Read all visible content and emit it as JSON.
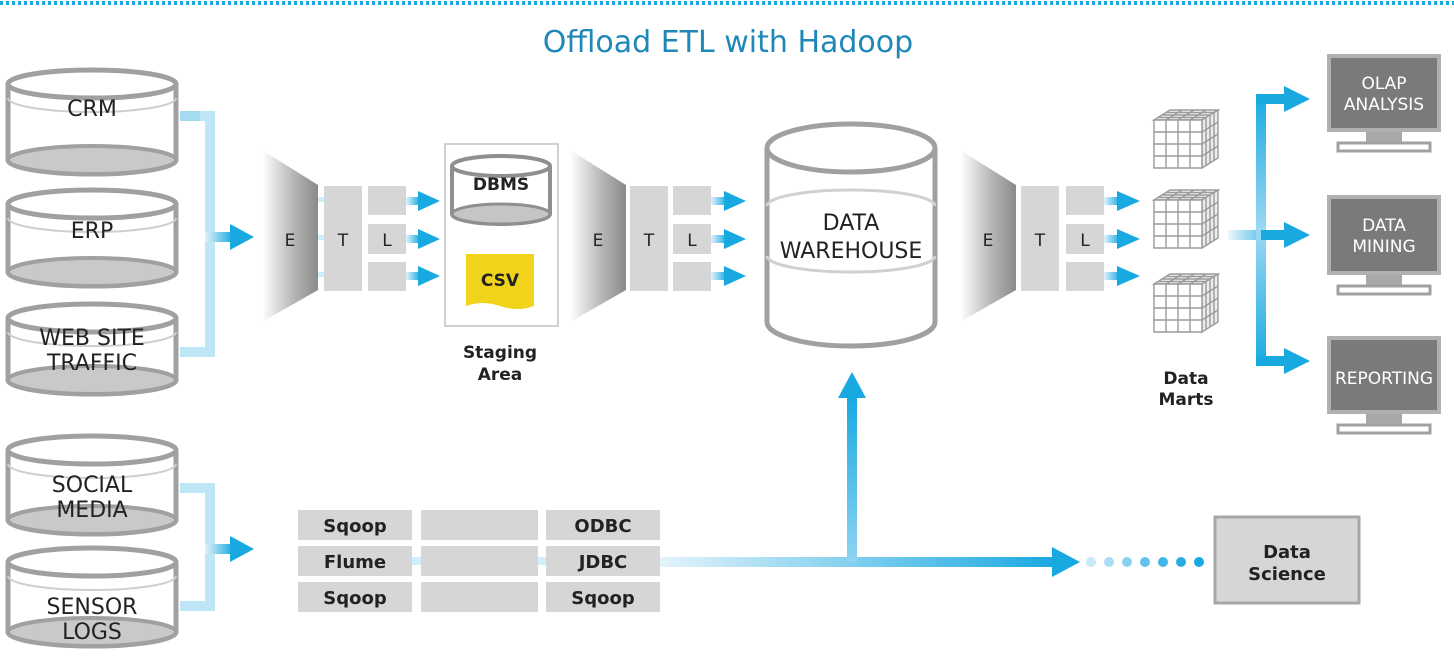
{
  "title": "Offload ETL with Hadoop",
  "sources": {
    "crm": "CRM",
    "erp": "ERP",
    "web_line1": "WEB SITE",
    "web_line2": "TRAFFIC",
    "social_line1": "SOCIAL",
    "social_line2": "MEDIA",
    "sensor_line1": "SENSOR",
    "sensor_line2": "LOGS"
  },
  "etl": {
    "e": "E",
    "t": "T",
    "l": "L"
  },
  "staging": {
    "dbms": "DBMS",
    "csv": "CSV",
    "label_line1": "Staging",
    "label_line2": "Area"
  },
  "warehouse": {
    "line1": "DATA",
    "line2": "WAREHOUSE"
  },
  "data_marts": {
    "line1": "Data",
    "line2": "Marts"
  },
  "outputs": {
    "olap_line1": "OLAP",
    "olap_line2": "ANALYSIS",
    "mining_line1": "DATA",
    "mining_line2": "MINING",
    "reporting": "REPORTING"
  },
  "hadoop_table": {
    "rows": [
      {
        "left": "Sqoop",
        "right": "ODBC"
      },
      {
        "left": "Flume",
        "right": "JDBC"
      },
      {
        "left": "Sqoop",
        "right": "Sqoop"
      }
    ]
  },
  "data_science": {
    "line1": "Data",
    "line2": "Science"
  },
  "colors": {
    "accent": "#19a9e1",
    "title": "#1f88b9",
    "gray": "#9a9a9a",
    "csv": "#f2d31b"
  }
}
